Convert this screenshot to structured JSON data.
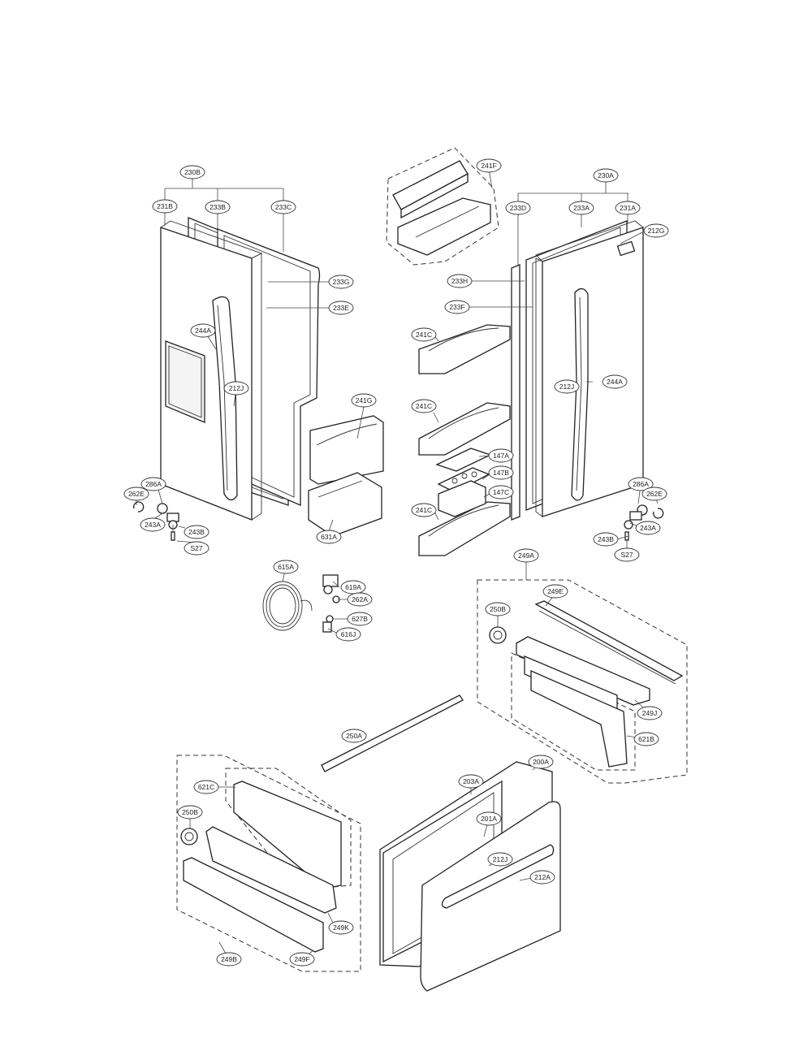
{
  "labels": {
    "l230B": "230B",
    "l231B": "231B",
    "l233B": "233B",
    "l233C": "233C",
    "l233G": "233G",
    "l233E": "233E",
    "l244A_left": "244A",
    "l212J_left": "212J",
    "l241G": "241G",
    "l631A": "631A",
    "l286A_left": "286A",
    "l262E_left": "262E",
    "l243A_left": "243A",
    "l243B_left": "243B",
    "lS27_left": "S27",
    "l241F": "241F",
    "l230A": "230A",
    "l233D": "233D",
    "l233A": "233A",
    "l231A": "231A",
    "l212G": "212G",
    "l233H": "233H",
    "l233F": "233F",
    "l241C_top": "241C",
    "l241C_mid": "241C",
    "l241C_bot": "241C",
    "l147A": "147A",
    "l147B": "147B",
    "l147C": "147C",
    "l212J_right": "212J",
    "l244A_right": "244A",
    "l286A_right": "286A",
    "l262E_right": "262E",
    "l243A_right": "243A",
    "l243B_right": "243B",
    "lS27_right": "S27",
    "l615A": "615A",
    "l619A": "619A",
    "l262A": "262A",
    "l627B": "627B",
    "l616J": "616J",
    "l249A": "249A",
    "l249E": "249E",
    "l250B_right": "250B",
    "l249J": "249J",
    "l621B": "621B",
    "l250A": "250A",
    "l200A": "200A",
    "l203A": "203A",
    "l201A": "201A",
    "l212J_bottom": "212J",
    "l212A": "212A",
    "l621C": "621C",
    "l250B_left": "250B",
    "l249K": "249K",
    "l249F": "249F",
    "l249B": "249B"
  }
}
